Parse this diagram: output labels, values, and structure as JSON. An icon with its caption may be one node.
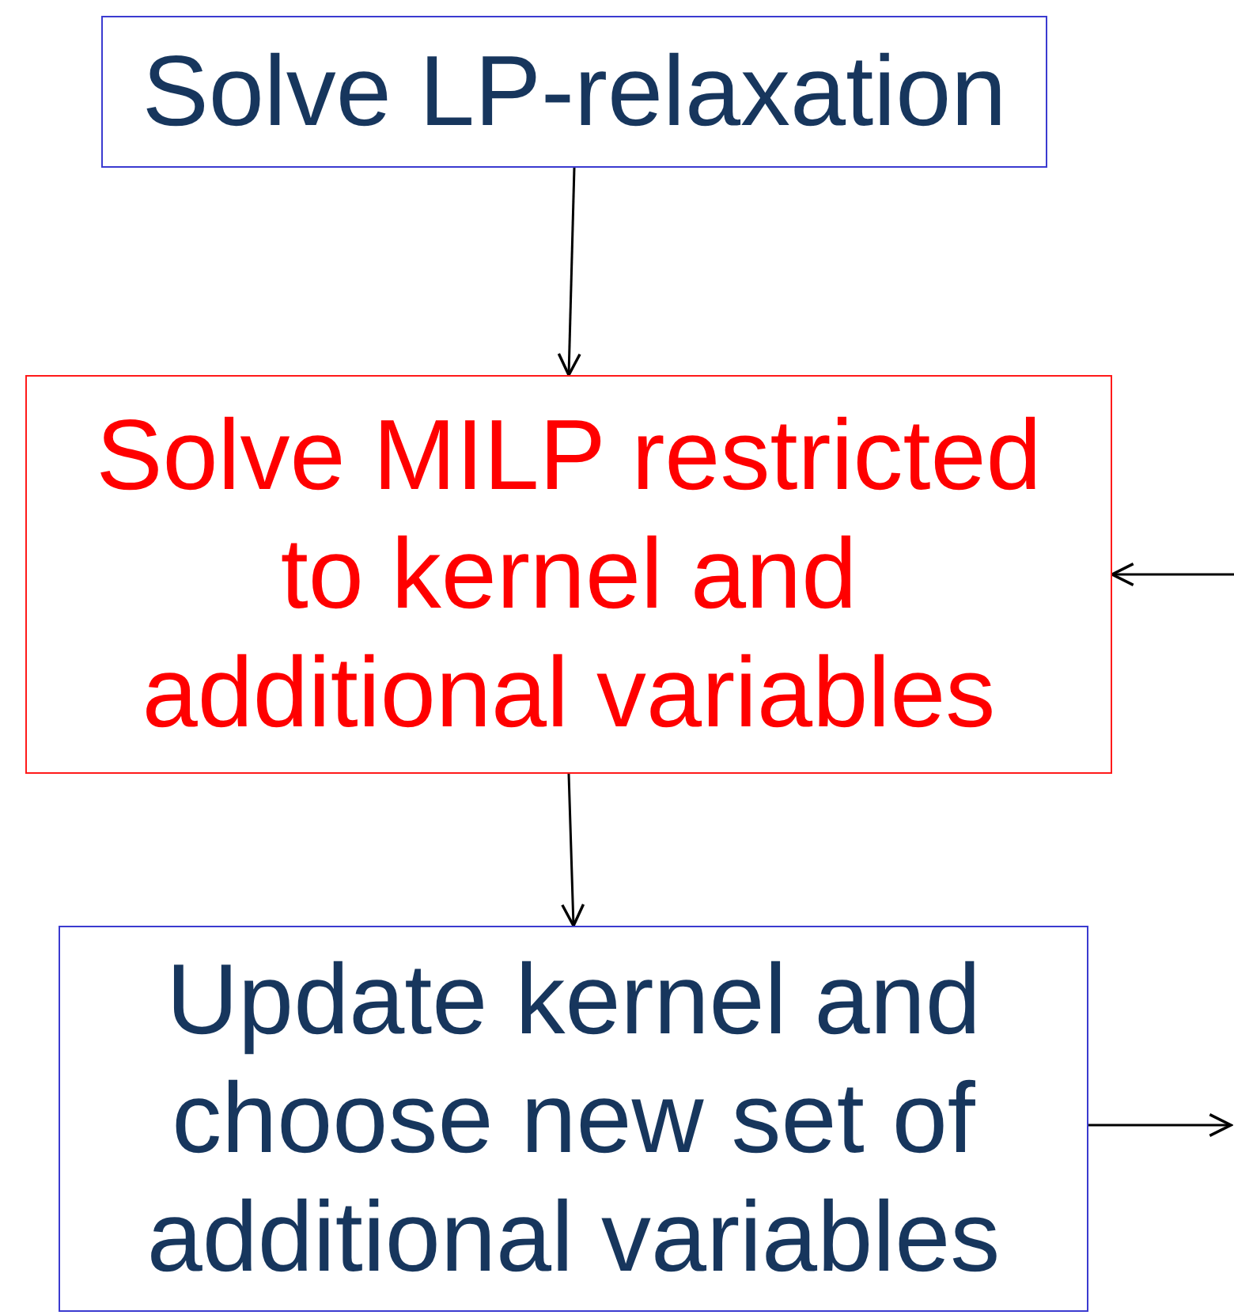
{
  "diagram": {
    "nodes": [
      {
        "text": [
          "Solve LP-relaxation"
        ]
      },
      {
        "text": [
          "Solve MILP restricted to kernel and additional variables"
        ]
      },
      {
        "text": [
          "Update kernel and choose new set of additional variables"
        ]
      }
    ],
    "edges": [
      {
        "from": 0,
        "to": 1,
        "arrow": "to"
      },
      {
        "from": 1,
        "to": 2,
        "arrow": "to"
      },
      {
        "from": null,
        "to": 1,
        "arrow": "to"
      },
      {
        "from": 2,
        "to": null,
        "arrow": "to"
      }
    ]
  }
}
